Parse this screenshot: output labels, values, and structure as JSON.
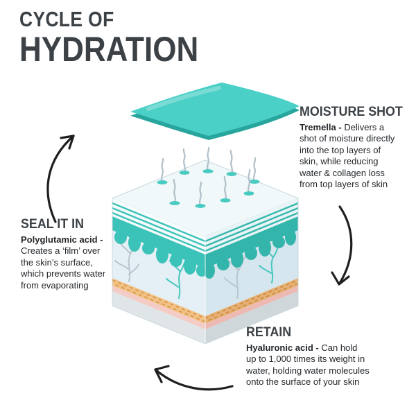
{
  "title": {
    "line1": "CYCLE OF",
    "line2": "HYDRATION"
  },
  "sections": {
    "moisture_shot": {
      "heading": "MOISTURE SHOT",
      "term": "Tremella -",
      "desc": " Delivers a shot of moisture directly into the top layers of skin, while reducing water & collagen loss from top layers of skin"
    },
    "seal_it_in": {
      "heading": "SEAL IT IN",
      "term": "Polyglutamic acid -",
      "desc": " Creates a ‘film’ over the skin’s surface, which prevents water from evaporating"
    },
    "retain": {
      "heading": "RETAIN",
      "term": "Hyaluronic acid -",
      "desc": " Can hold up to 1,000 times its weight in water, holding water molecules onto the surface of your skin"
    }
  },
  "colors": {
    "heading_dark": "#3c4146",
    "body_text": "#23272b",
    "teal": "#3cc3b9",
    "teal_dark": "#28a69d",
    "sheet_teal": "#4ad0c7",
    "dermis_blue": "#e4eff6",
    "vessel_gray": "#b7c6cf",
    "vessel_teal": "#45c8bd",
    "collagen_orange": "#f2c387",
    "membrane_pink": "#f4cbc5",
    "base_gray": "#e0e5e8",
    "arrow_black": "#1f1f1f"
  }
}
